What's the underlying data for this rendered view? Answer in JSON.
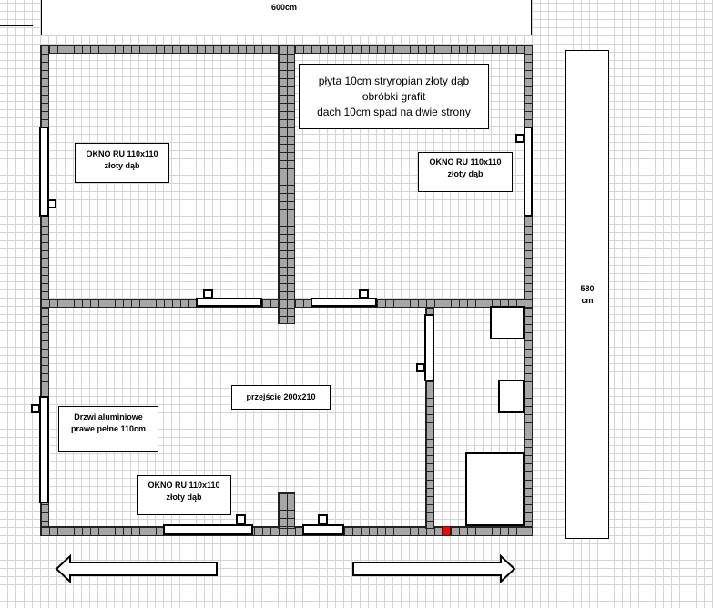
{
  "dimensions": {
    "width_label": "600cm",
    "height_label_1": "580",
    "height_label_2": "cm"
  },
  "notes": {
    "line1": "płyta 10cm stryropian złoty dąb",
    "line2": "obróbki grafit",
    "line3": "dach 10cm spad na dwie strony"
  },
  "labels": {
    "window_left": {
      "line1": "OKNO RU 110x110",
      "line2": "złoty dąb"
    },
    "window_right": {
      "line1": "OKNO RU 110x110",
      "line2": "złoty dąb"
    },
    "window_bottom": {
      "line1": "OKNO RU 110x110",
      "line2": "złoty dąb"
    },
    "passage": "przejście 200x210",
    "door": {
      "line1": "Drzwi aluminiowe",
      "line2": "prawe pełne 110cm"
    }
  },
  "colors": {
    "wall": "#a6a6a6",
    "marker": "#ff0000"
  }
}
